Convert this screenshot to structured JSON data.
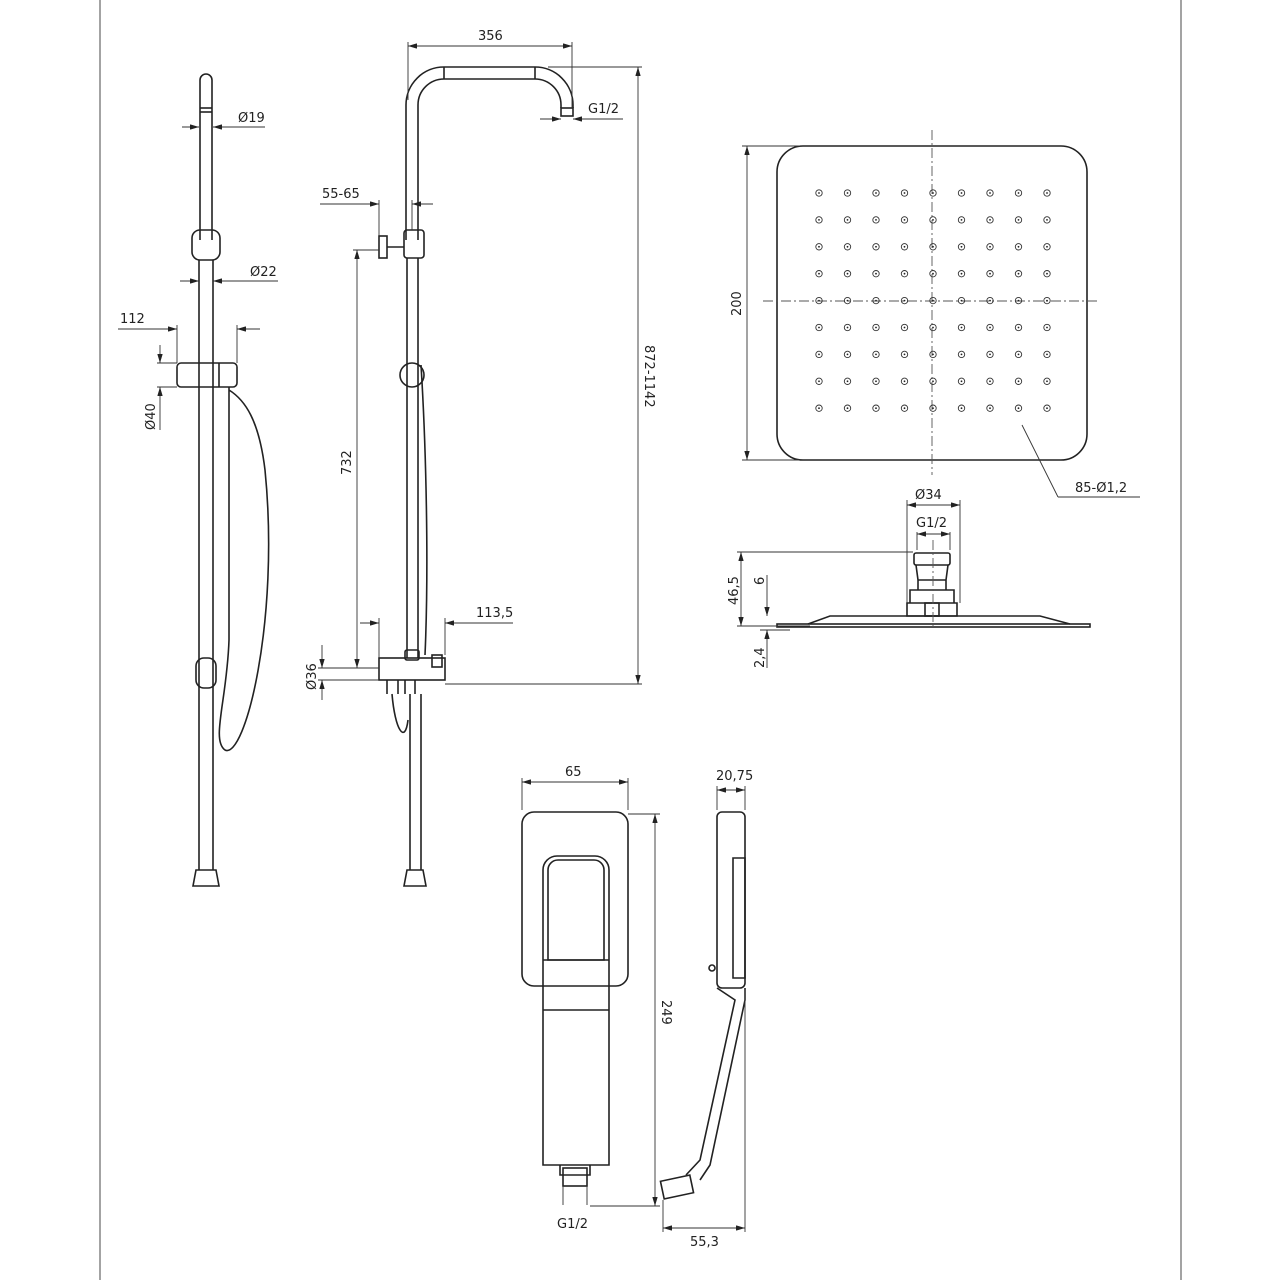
{
  "dimensions": {
    "rail_diameter_top": "Ø19",
    "rail_diameter": "Ø22",
    "slider_width": "112",
    "slider_diameter": "Ø40",
    "arm_length": "356",
    "arm_thread": "G1/2",
    "wall_offset": "55-65",
    "bracket_height": "732",
    "total_height": "872-1142",
    "diverter_offset": "113,5",
    "diverter_diameter": "Ø36",
    "head_size": "200",
    "nozzles": "85-Ø1,2",
    "head_connector_diameter": "Ø34",
    "head_thread": "G1/2",
    "head_height": "46,5",
    "head_collar": "6",
    "head_plate": "2,4",
    "hand_width": "65",
    "hand_depth": "20,75",
    "hand_length": "249",
    "hand_thread": "G1/2",
    "hand_offset": "55,3"
  }
}
